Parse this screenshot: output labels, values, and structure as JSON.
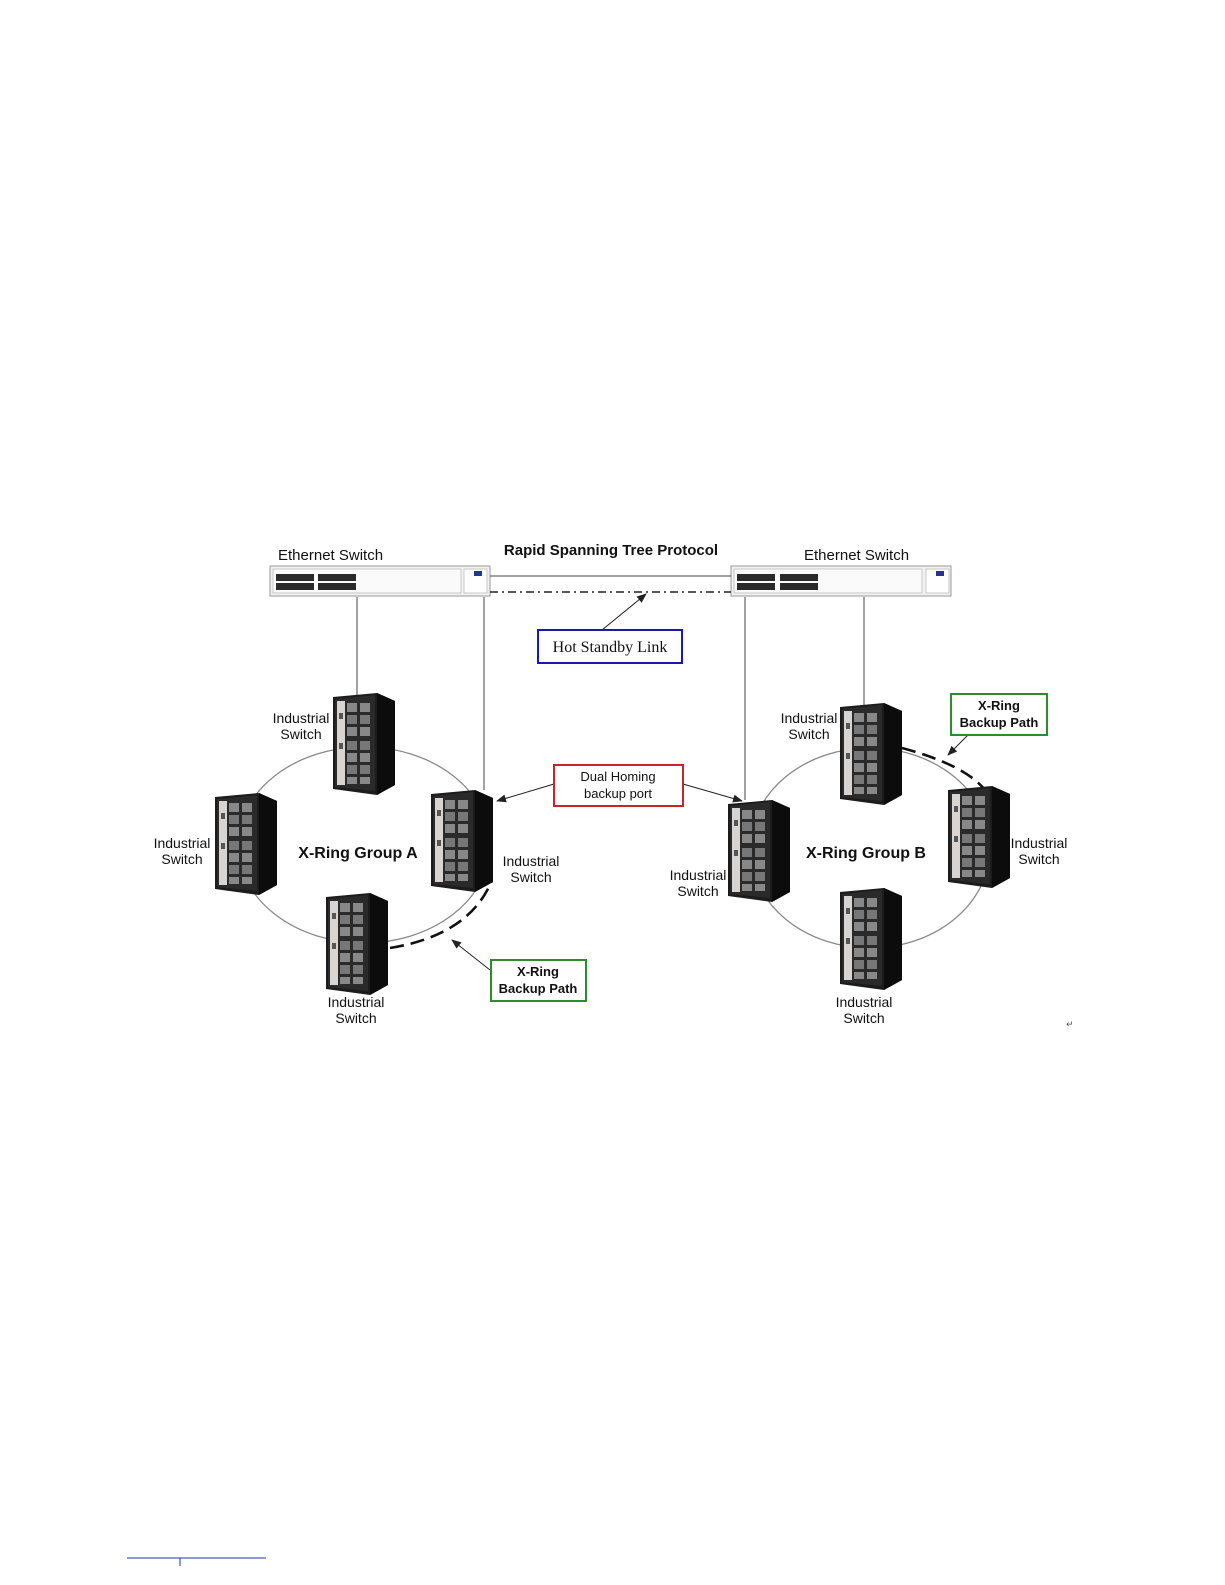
{
  "diagram": {
    "title": "Rapid Spanning Tree Protocol",
    "ethernet_switch_left": "Ethernet Switch",
    "ethernet_switch_right": "Ethernet Switch",
    "hot_standby": "Hot Standby Link",
    "dual_homing": {
      "line1": "Dual Homing",
      "line2": "backup port"
    },
    "backup_path_a": {
      "line1": "X-Ring",
      "line2": "Backup Path"
    },
    "backup_path_b": {
      "line1": "X-Ring",
      "line2": "Backup Path"
    },
    "ring_a": "X-Ring Group A",
    "ring_b": "X-Ring Group B",
    "switch_label": {
      "line1": "Industrial",
      "line2": "Switch"
    },
    "paragraph_mark": "↵"
  },
  "colors": {
    "hot_standby_border": "#1a1aa8",
    "dual_homing_border": "#c8242c",
    "backup_path_border": "#2e8b2e",
    "ring_line": "#8a8a8a",
    "device_body": "#1c1c1c"
  },
  "icons": {
    "industrial_switch": "industrial-switch-icon",
    "ethernet_switch": "rack-switch-icon"
  }
}
